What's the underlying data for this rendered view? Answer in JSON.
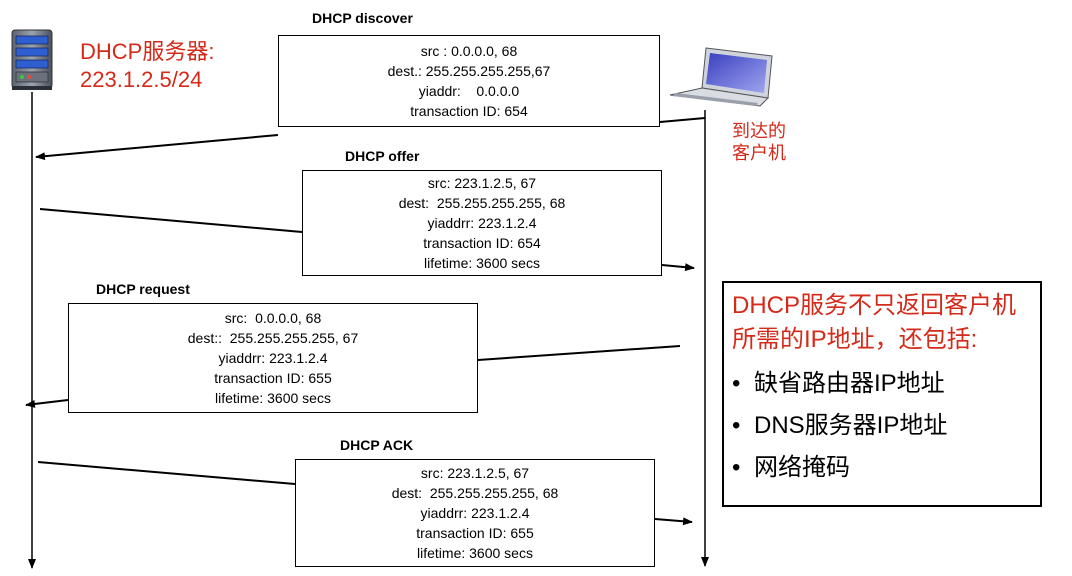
{
  "server": {
    "label_line1": "DHCP服务器:",
    "label_line2": "223.1.2.5/24",
    "icon": "server-icon"
  },
  "client": {
    "label_line1": "到达的",
    "label_line2": "客户机",
    "icon": "laptop-icon"
  },
  "messages": [
    {
      "title": "DHCP discover",
      "lines": [
        "src : 0.0.0.0, 68",
        "dest.: 255.255.255.255,67",
        "yiaddr:    0.0.0.0",
        "transaction ID: 654"
      ]
    },
    {
      "title": "DHCP offer",
      "lines": [
        "src: 223.1.2.5, 67",
        "dest:  255.255.255.255, 68",
        "yiaddrr: 223.1.2.4",
        "transaction ID: 654",
        "lifetime: 3600 secs"
      ]
    },
    {
      "title": "DHCP request",
      "lines": [
        "src:  0.0.0.0, 68",
        "dest::  255.255.255.255, 67",
        "yiaddrr: 223.1.2.4",
        "transaction ID: 655",
        "lifetime: 3600 secs"
      ]
    },
    {
      "title": "DHCP ACK",
      "lines": [
        "src: 223.1.2.5, 67",
        "dest:  255.255.255.255, 68",
        "yiaddrr: 223.1.2.4",
        "transaction ID: 655",
        "lifetime: 3600 secs"
      ]
    }
  ],
  "info": {
    "heading": "DHCP服务不只返回客户机所需的IP地址，还包括:",
    "bullets": [
      "缺省路由器IP地址",
      "DNS服务器IP地址",
      "网络掩码"
    ]
  },
  "colors": {
    "accent": "#d42a1a",
    "line": "#000000"
  }
}
